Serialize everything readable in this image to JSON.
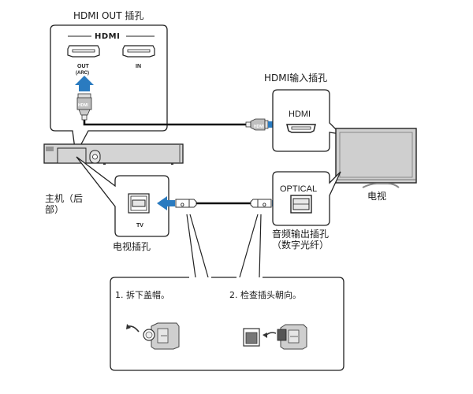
{
  "colors": {
    "arrow": "#2a7bc0",
    "outline": "#222222",
    "device_fill": "#d4d4d4",
    "panel_fill": "#ffffff"
  },
  "labels": {
    "hdmi_out_title": "HDMI OUT 插孔",
    "hdmi_logo": "HDMI",
    "port_out": "OUT",
    "port_arc": "(ARC)",
    "port_in": "IN",
    "hdmi_plug_text": "HDMI",
    "hdmi_input_title": "HDMI输入插孔",
    "tv_hdmi_label": "HDMI",
    "tv_label": "电视",
    "optical_label": "OPTICAL",
    "audio_out_line1": "音频输出插孔",
    "audio_out_line2": "（数字光纤）",
    "main_unit_line1": "主机（后",
    "main_unit_line2": "部）",
    "tv_port_label": "TV",
    "tv_jack_caption": "电视插孔",
    "step1": "1. 拆下盖帽。",
    "step2": "2. 检查插头朝向。",
    "optical_plug_text": "O"
  }
}
